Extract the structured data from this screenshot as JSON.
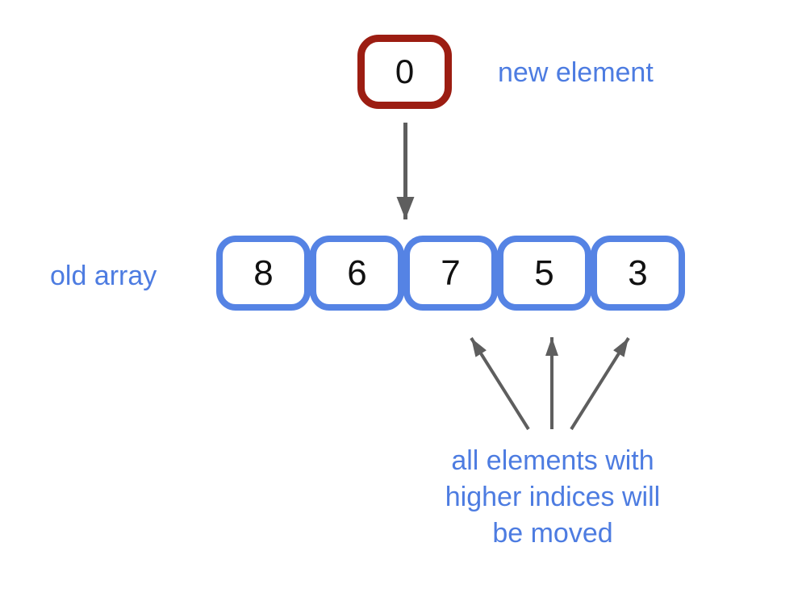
{
  "new_element": {
    "value": "0",
    "label": "new element"
  },
  "old_array": {
    "label": "old array",
    "values": [
      "8",
      "6",
      "7",
      "5",
      "3"
    ]
  },
  "annotation": {
    "text": "all elements with\nhigher indices will\nbe moved"
  },
  "colors": {
    "accent_blue": "#4D7CE1",
    "box_blue": "#5583E4",
    "box_red": "#9C1D12",
    "arrow_gray": "#5E5E5E",
    "digit_color": "#111111"
  }
}
